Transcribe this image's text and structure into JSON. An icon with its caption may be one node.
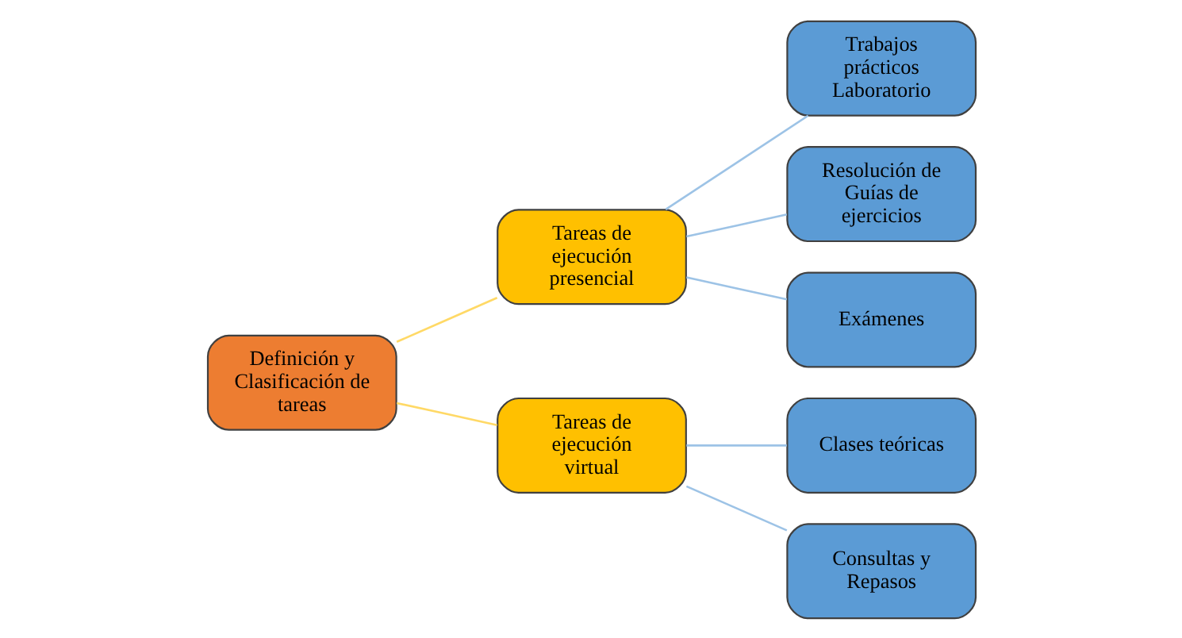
{
  "diagram": {
    "nodes": [
      {
        "text": [
          "Definición y Clasificación de tareas"
        ]
      },
      {
        "text": [
          "Tareas de ejecución presencial"
        ]
      },
      {
        "text": [
          "Tareas de ejecución virtual"
        ]
      },
      {
        "text": [
          "Trabajos prácticos Laboratorio"
        ]
      },
      {
        "text": [
          "Resolución de Guías de ejercicios"
        ]
      },
      {
        "text": [
          "Exámenes"
        ]
      },
      {
        "text": [
          "Clases teóricas"
        ]
      },
      {
        "text": [
          "Consultas y Repasos"
        ]
      }
    ],
    "edges": [
      {
        "from": 0,
        "to": 1,
        "arrow": "none",
        "color": "#ffd966"
      },
      {
        "from": 0,
        "to": 2,
        "arrow": "none",
        "color": "#ffd966"
      },
      {
        "from": 1,
        "to": 3,
        "arrow": "none"
      },
      {
        "from": 1,
        "to": 4,
        "arrow": "none"
      },
      {
        "from": 1,
        "to": 5,
        "arrow": "none"
      },
      {
        "from": 2,
        "to": 6,
        "arrow": "none"
      },
      {
        "from": 2,
        "to": 7,
        "arrow": "none"
      }
    ]
  }
}
